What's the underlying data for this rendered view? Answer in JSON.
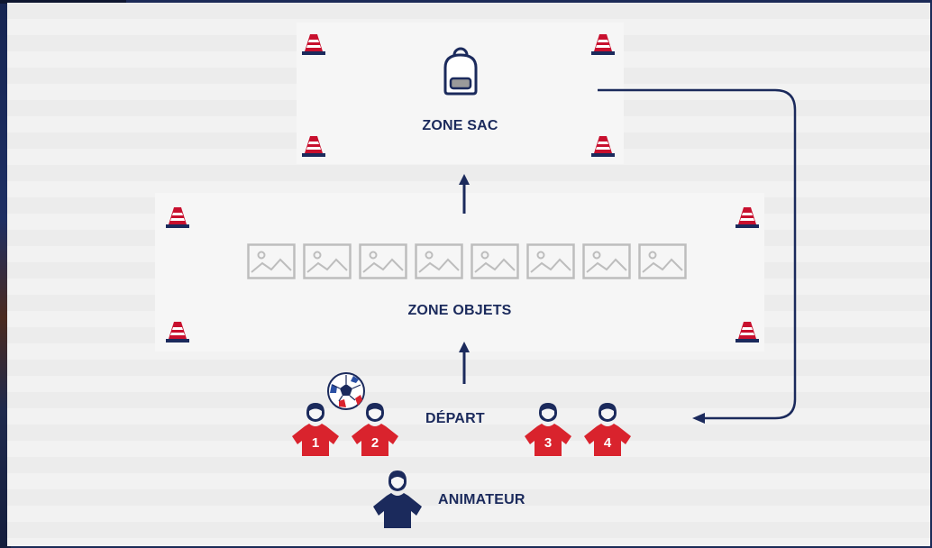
{
  "zones": {
    "sac_label": "ZONE SAC",
    "objets_label": "ZONE OBJETS",
    "depart_label": "DÉPART",
    "animateur_label": "ANIMATEUR"
  },
  "players": [
    {
      "number": "1"
    },
    {
      "number": "2"
    },
    {
      "number": "3"
    },
    {
      "number": "4"
    }
  ],
  "colors": {
    "navy": "#1b2a5c",
    "red": "#d9232d",
    "cone_red": "#c8102e",
    "placeholder_gray": "#bdbdbd"
  },
  "icons": [
    "cone-icon",
    "backpack-icon",
    "image-placeholder-icon",
    "football-icon",
    "player-icon",
    "animator-icon",
    "arrow-icon"
  ]
}
